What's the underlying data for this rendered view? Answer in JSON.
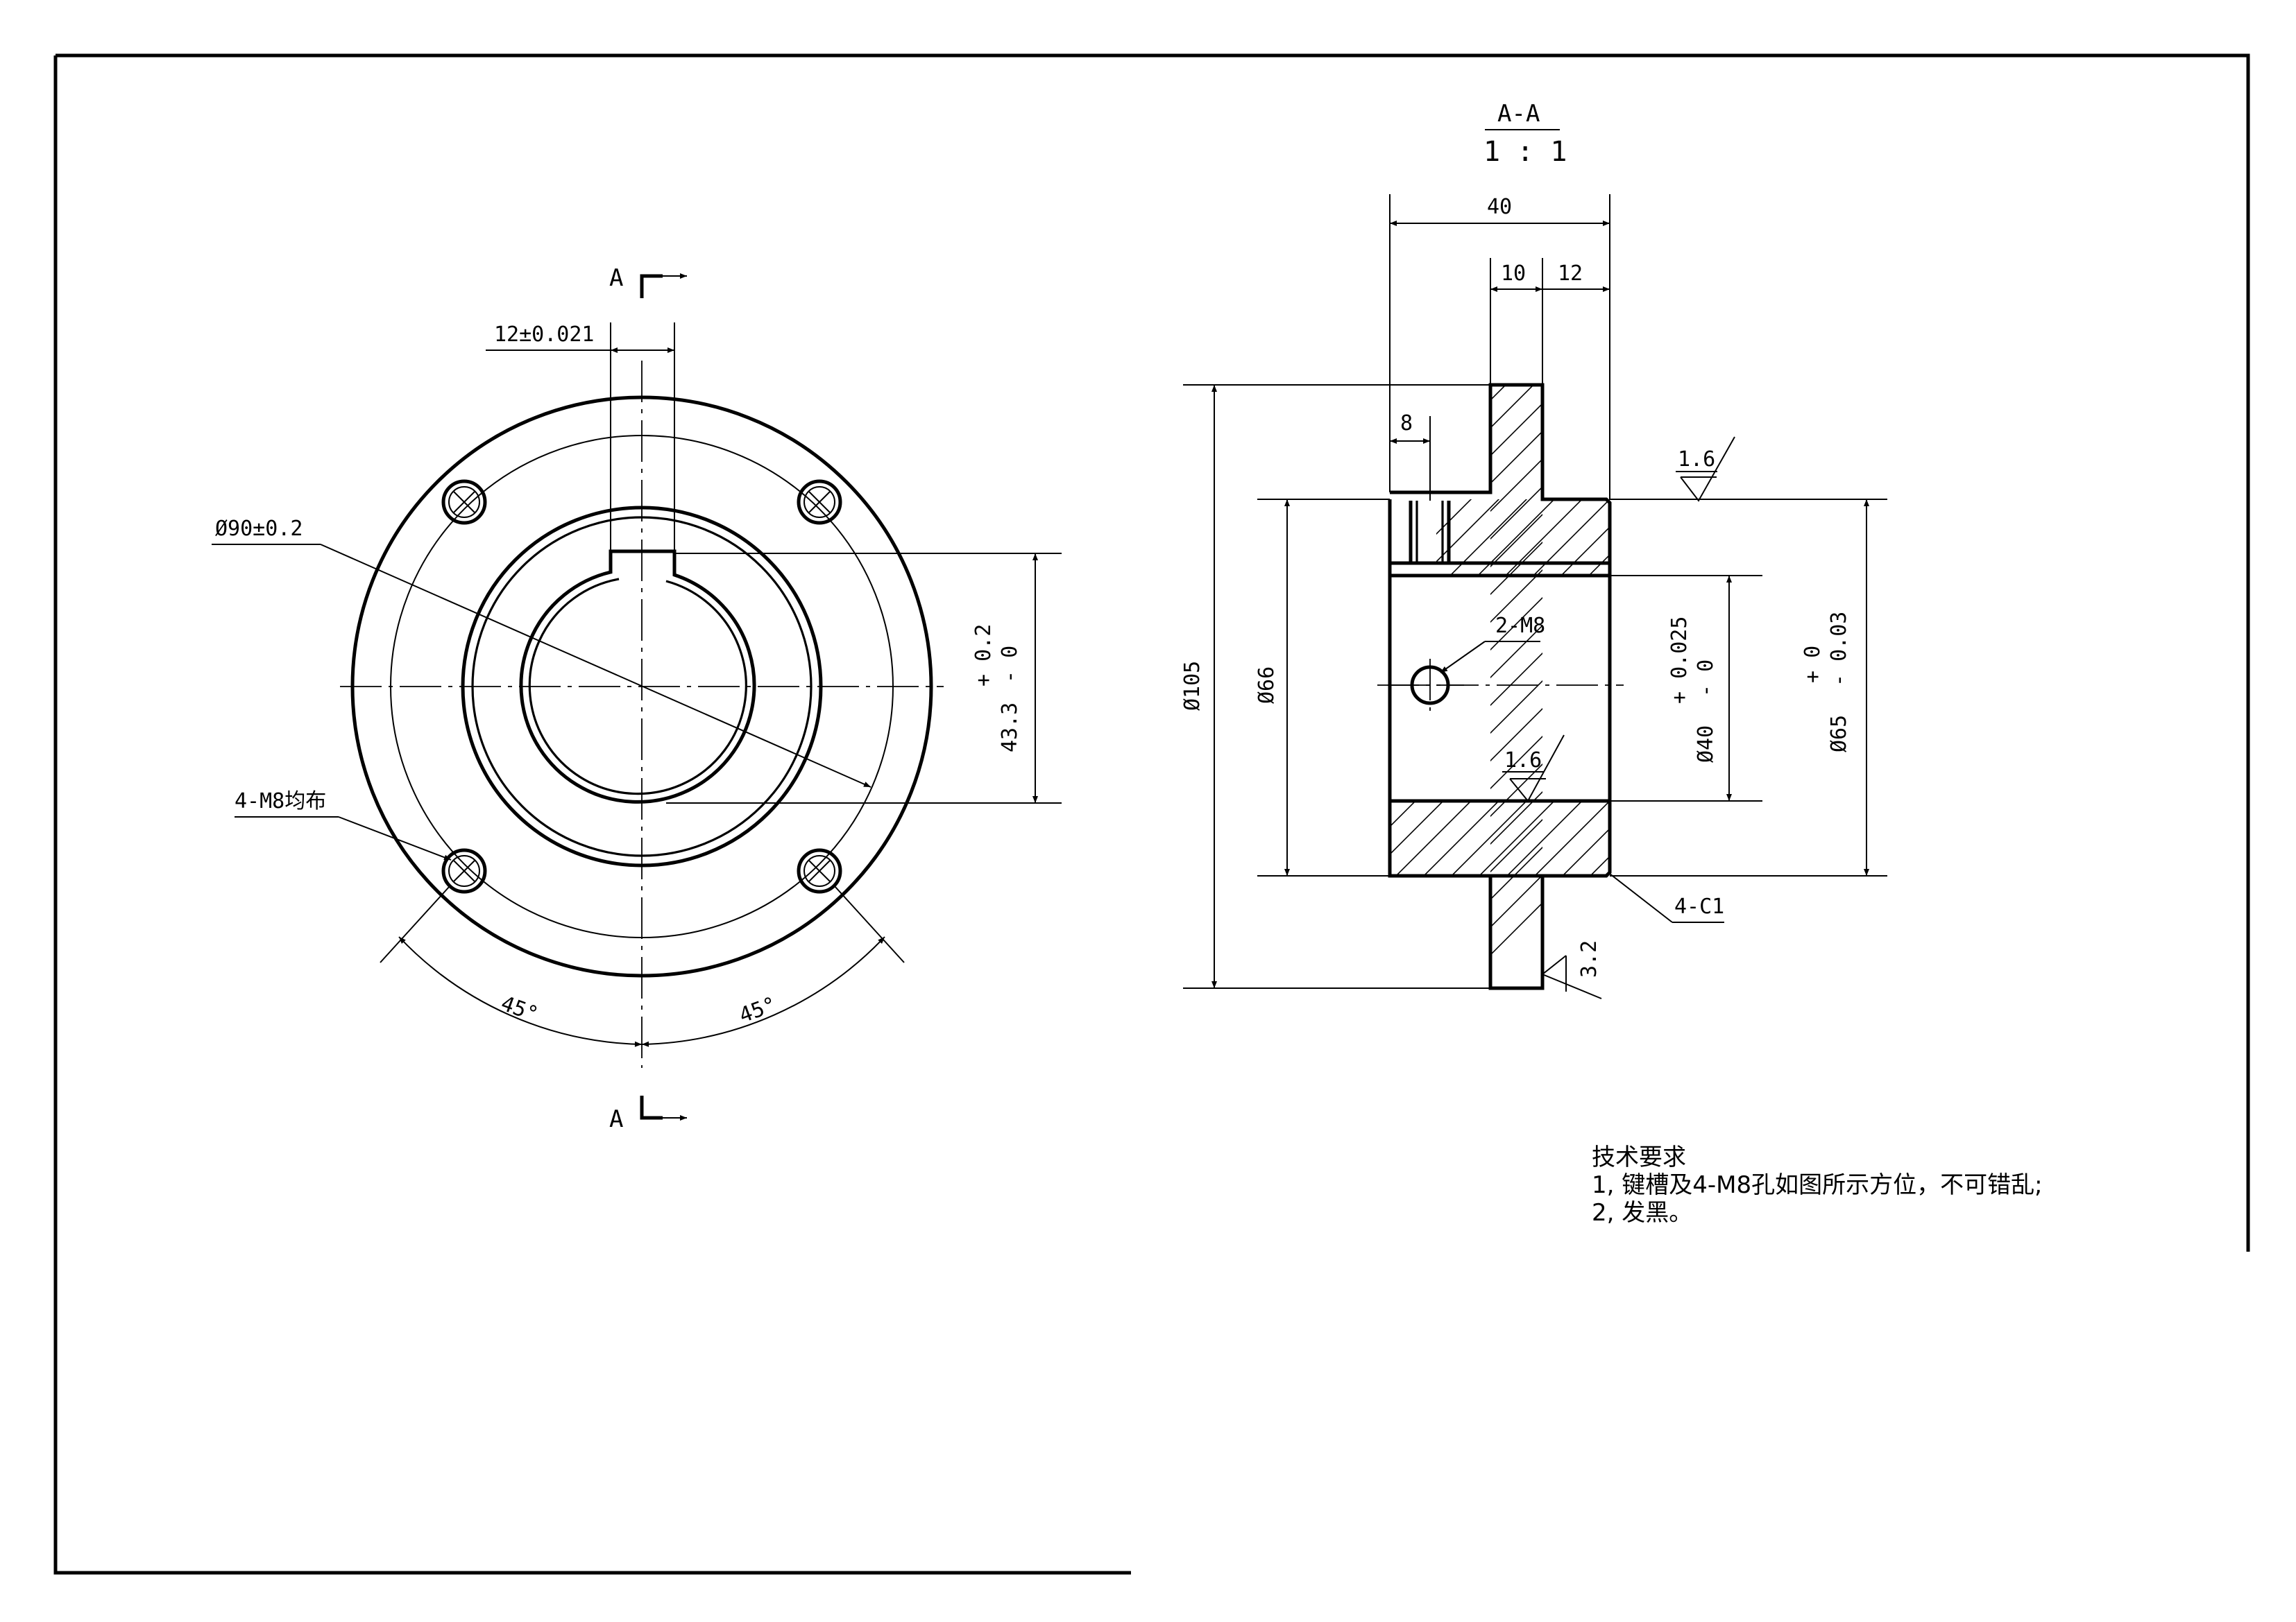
{
  "section_marks": {
    "top_letter": "A",
    "bottom_letter": "A"
  },
  "section_view": {
    "title": "A-A",
    "scale": "1 : 1"
  },
  "front_view": {
    "keyway_width": "12±0.021",
    "bolt_circle": "Ø90±0.2",
    "holes": "4-M8均布",
    "keyway_depth": "43.3",
    "keyway_tol_upper": "+ 0.2",
    "keyway_tol_lower": "- 0",
    "angle_left": "45°",
    "angle_right": "45°"
  },
  "side_view": {
    "overall_length": "40",
    "hub_length_a": "10",
    "hub_length_b": "12",
    "tap_offset": "8",
    "flange_diameter": "Ø105",
    "hub_diameter": "Ø66",
    "tapped_holes": "2-M8",
    "bore_diameter": "Ø40",
    "bore_tol_upper": "+ 0.025",
    "bore_tol_lower": "- 0",
    "outer_diameter": "Ø65",
    "outer_tol_upper": "+ 0",
    "outer_tol_lower": "- 0.03",
    "roughness_top": "1.6",
    "roughness_bore": "1.6",
    "roughness_flange": "3.2",
    "chamfer": "4-C1"
  },
  "technical_requirements": {
    "heading": "技术要求",
    "item1": "1, 键槽及4-M8孔如图所示方位，不可错乱;",
    "item2": "2, 发黑。"
  }
}
